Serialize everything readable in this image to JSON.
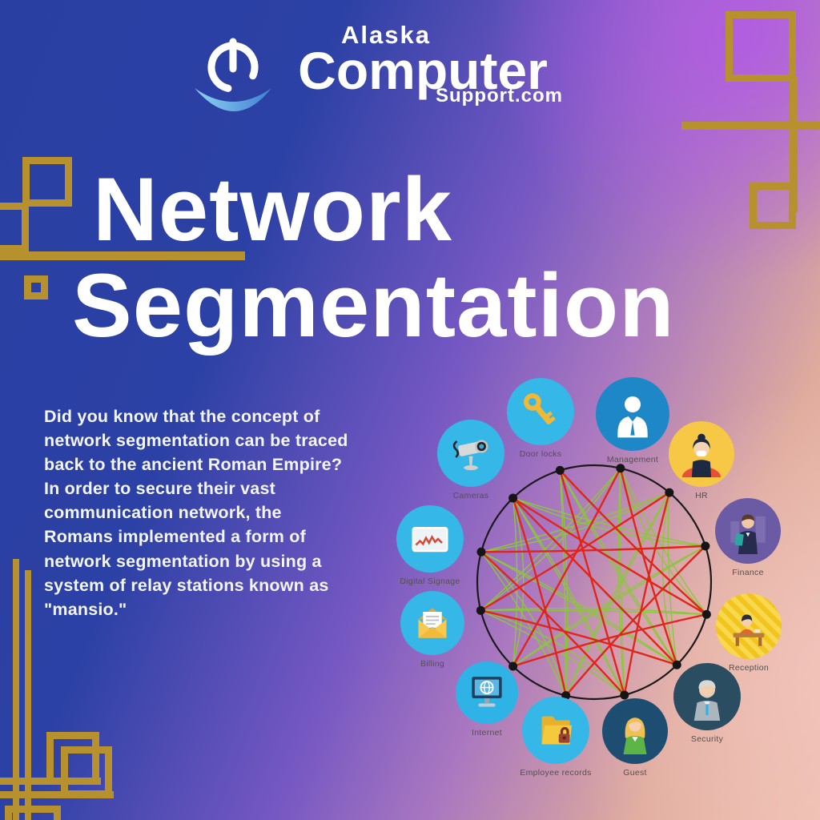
{
  "logo": {
    "brand_top": "Alaska",
    "brand_main": "Computer",
    "brand_bottom": "Support.com"
  },
  "title": {
    "line1": "Network",
    "line2": "Segmentation"
  },
  "body": {
    "text": "Did you know that the concept of\nnetwork segmentation can be traced\nback to the ancient Roman Empire?\nIn order to secure their vast\ncommunication network, the\nRomans implemented a form of\nnetwork segmentation by using a\nsystem of relay stations known as\n\"mansio.\""
  },
  "diagram": {
    "nodes": [
      {
        "label": "Door locks",
        "icon": "key-icon"
      },
      {
        "label": "Management",
        "icon": "manager-icon"
      },
      {
        "label": "HR",
        "icon": "hr-person-icon"
      },
      {
        "label": "Finance",
        "icon": "finance-person-icon"
      },
      {
        "label": "Reception",
        "icon": "receptionist-icon"
      },
      {
        "label": "Security",
        "icon": "security-guard-icon"
      },
      {
        "label": "Guest",
        "icon": "guest-person-icon"
      },
      {
        "label": "Employee records",
        "icon": "locked-folder-icon"
      },
      {
        "label": "Internet",
        "icon": "globe-monitor-icon"
      },
      {
        "label": "Billing",
        "icon": "envelope-icon"
      },
      {
        "label": "Digital Signage",
        "icon": "signage-chart-icon"
      },
      {
        "label": "Cameras",
        "icon": "cctv-camera-icon"
      }
    ],
    "node_angles": [
      -107,
      -77,
      -50,
      -18,
      16,
      45,
      75,
      104,
      134,
      166,
      195,
      226
    ],
    "red_links": [
      [
        0,
        4
      ],
      [
        0,
        6
      ],
      [
        1,
        5
      ],
      [
        1,
        8
      ],
      [
        2,
        6
      ],
      [
        2,
        9
      ],
      [
        3,
        7
      ],
      [
        3,
        10
      ],
      [
        4,
        8
      ],
      [
        4,
        11
      ],
      [
        5,
        9
      ],
      [
        6,
        10
      ],
      [
        7,
        11
      ],
      [
        5,
        11
      ]
    ],
    "green_links": [
      [
        0,
        5
      ],
      [
        0,
        7
      ],
      [
        1,
        6
      ],
      [
        1,
        9
      ],
      [
        2,
        7
      ],
      [
        2,
        10
      ],
      [
        3,
        8
      ],
      [
        3,
        11
      ],
      [
        4,
        9
      ],
      [
        5,
        10
      ],
      [
        6,
        11
      ],
      [
        7,
        10
      ],
      [
        8,
        11
      ],
      [
        2,
        5
      ],
      [
        1,
        4
      ],
      [
        6,
        9
      ]
    ],
    "colors": {
      "red": "#e1251b",
      "green": "#8cc63f",
      "ring": "#1a1a1a"
    }
  },
  "colors": {
    "accent_gold": "#b8912f",
    "background_blue": "#2a3fa2",
    "background_purple": "#b25ce2",
    "background_peach": "#eec0b0",
    "bubble_blue": "#35b7e8",
    "bubble_dark_blue": "#1e87c8",
    "bubble_yellow": "#f6c845",
    "bubble_purple": "#6b5ba5",
    "bubble_navy": "#2a4d62"
  }
}
